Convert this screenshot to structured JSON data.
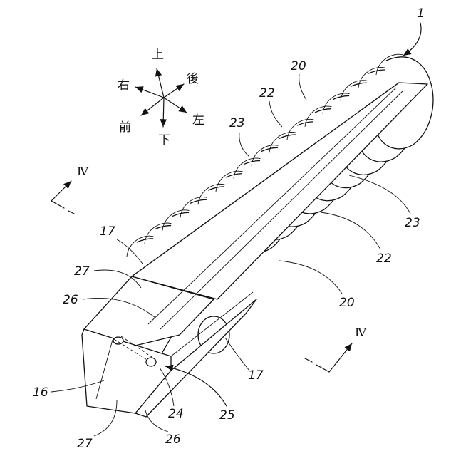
{
  "figure_number": "1",
  "directions": {
    "up": "上",
    "down": "下",
    "left": "左",
    "right": "右",
    "front": "前",
    "back": "後"
  },
  "section_mark": "Ⅳ",
  "section_mark_2": "Ⅳ",
  "refs": {
    "r20_top": "20",
    "r22_top": "22",
    "r23_top": "23",
    "r23_right": "23",
    "r22_right": "22",
    "r20_right": "20",
    "r17_left": "17",
    "r27_left": "27",
    "r26_left": "26",
    "r16": "16",
    "r17_bottom": "17",
    "r24": "24",
    "r25": "25",
    "r26_bottom": "26",
    "r27_bottom": "27"
  }
}
